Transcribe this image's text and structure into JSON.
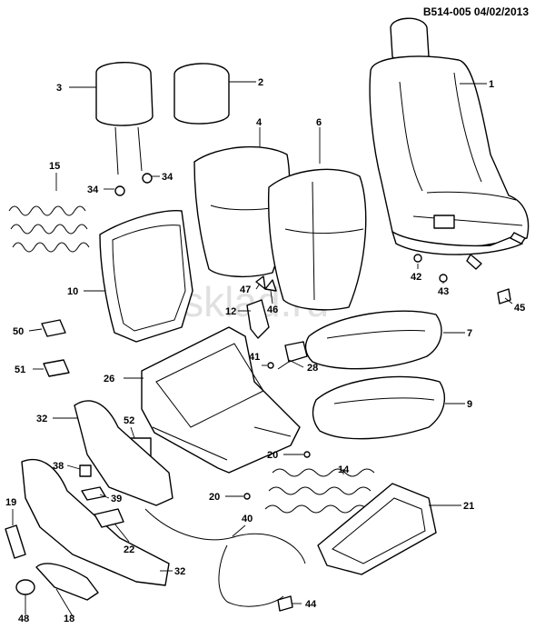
{
  "document": {
    "reference": "B514-005  04/02/2013",
    "watermark": "gdsklad.ru"
  },
  "callouts": [
    "1",
    "2",
    "3",
    "4",
    "6",
    "7",
    "9",
    "10",
    "12",
    "14",
    "15",
    "18",
    "19",
    "20",
    "20",
    "21",
    "22",
    "26",
    "28",
    "32",
    "32",
    "34",
    "34",
    "38",
    "39",
    "40",
    "41",
    "42",
    "43",
    "44",
    "45",
    "46",
    "47",
    "48",
    "50",
    "51",
    "52"
  ]
}
